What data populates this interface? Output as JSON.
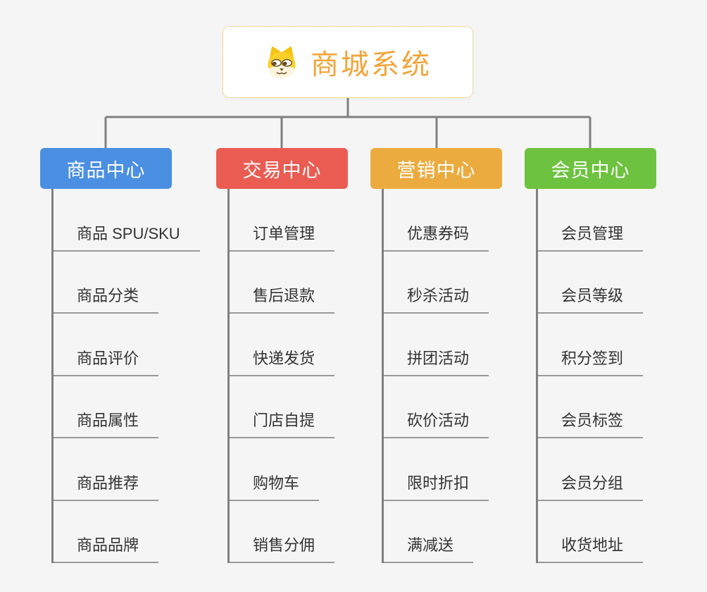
{
  "root": {
    "label": "商城系统",
    "icon": "dog-face"
  },
  "colors": {
    "background": "#f5f5f5",
    "connector": "#808080",
    "underline": "#999999",
    "leaf_text": "#333333",
    "root_text": "#f2a53a",
    "root_border": "#f5b041"
  },
  "branches": [
    {
      "label": "商品中心",
      "color": "#4a8fe2",
      "children": [
        "商品 SPU/SKU",
        "商品分类",
        "商品评价",
        "商品属性",
        "商品推荐",
        "商品品牌"
      ]
    },
    {
      "label": "交易中心",
      "color": "#ea5c52",
      "children": [
        "订单管理",
        "售后退款",
        "快递发货",
        "门店自提",
        "购物车",
        "销售分佣"
      ]
    },
    {
      "label": "营销中心",
      "color": "#ecab3e",
      "children": [
        "优惠券码",
        "秒杀活动",
        "拼团活动",
        "砍价活动",
        "限时折扣",
        "满减送"
      ]
    },
    {
      "label": "会员中心",
      "color": "#6dc23f",
      "children": [
        "会员管理",
        "会员等级",
        "积分签到",
        "会员标签",
        "会员分组",
        "收货地址"
      ]
    }
  ]
}
